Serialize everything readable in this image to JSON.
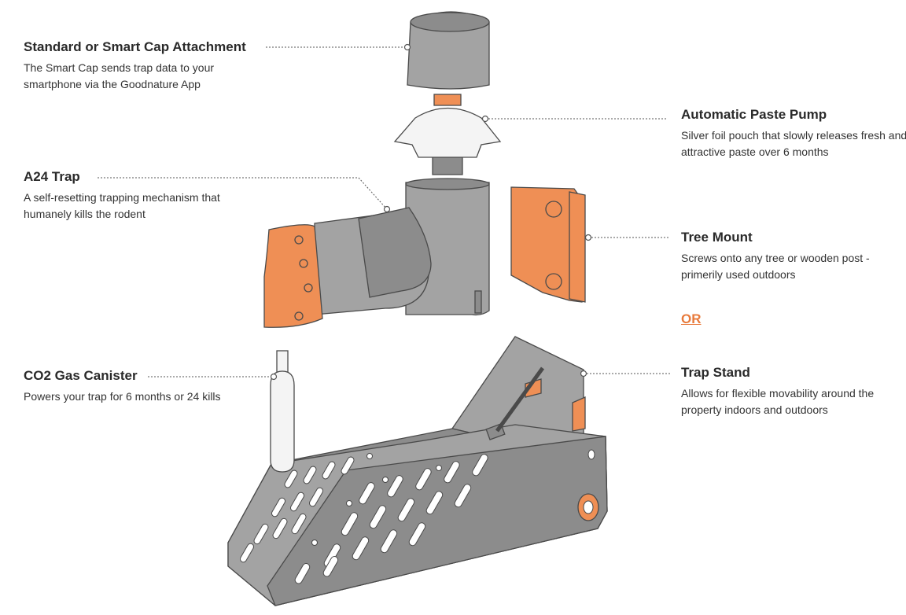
{
  "labels": {
    "cap": {
      "title": "Standard or Smart Cap Attachment",
      "desc": "The Smart Cap sends trap data to your smartphone via the Goodnature App"
    },
    "trap": {
      "title": "A24 Trap",
      "desc": "A self-resetting trapping mechanism that humanely kills the rodent"
    },
    "co2": {
      "title": "CO2 Gas Canister",
      "desc": "Powers your trap for 6 months or 24 kills"
    },
    "pump": {
      "title": "Automatic Paste Pump",
      "desc": "Silver foil pouch that slowly releases fresh and attractive paste over 6 months"
    },
    "mount": {
      "title": "Tree Mount",
      "desc": "Screws onto any tree or wooden post - primerily used outdoors"
    },
    "stand": {
      "title": "Trap Stand",
      "desc": "Allows for flexible movability around the property indoors and outdoors"
    },
    "or": "OR"
  },
  "colors": {
    "accent": "#e87a3b",
    "part_gray": "#a3a3a3",
    "part_orange": "#ef8f55",
    "pouch_white": "#f4f4f4"
  }
}
